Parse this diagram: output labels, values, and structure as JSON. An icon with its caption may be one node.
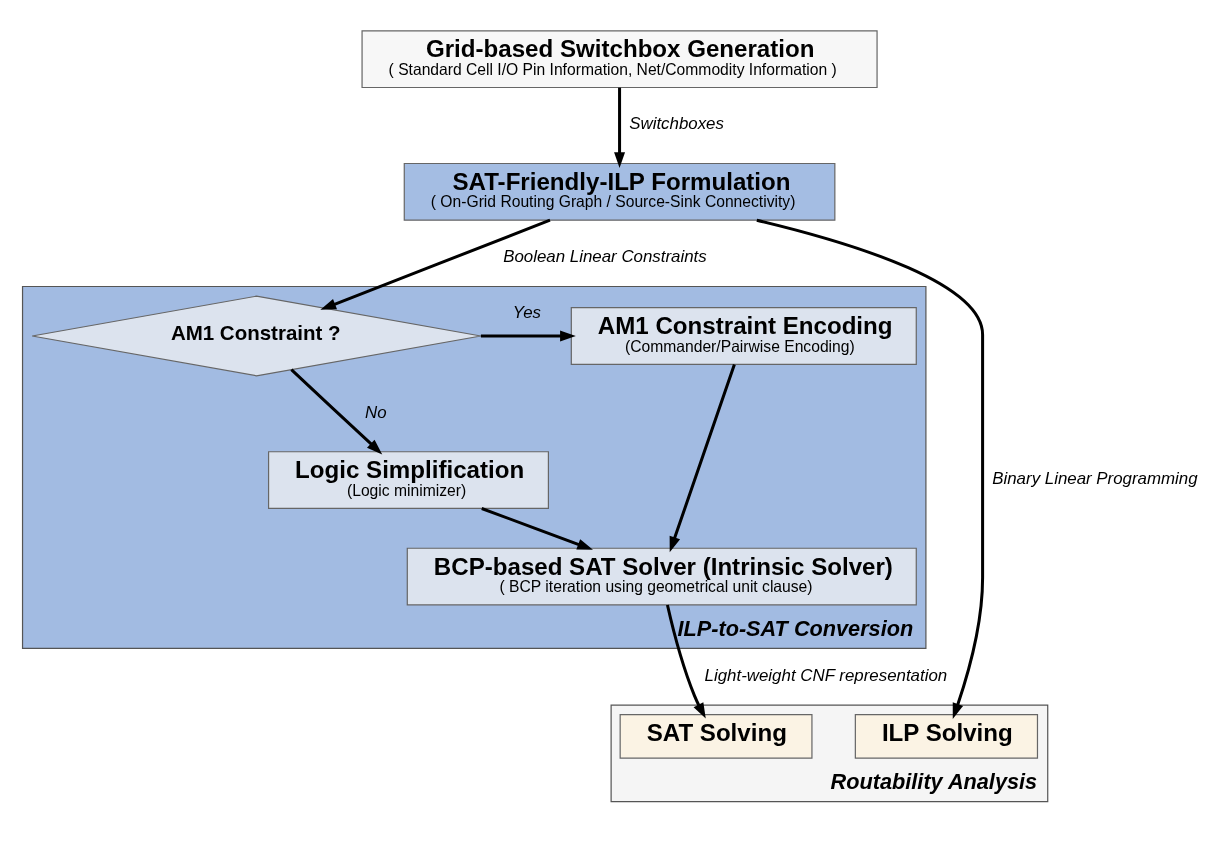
{
  "diagram": {
    "nodes": [
      {
        "text": [
          "Grid-based Switchbox Generation",
          "( Standard Cell I/O Pin Information, Net/Commodity Information )"
        ]
      },
      {
        "text": [
          "SAT-Friendly-ILP Formulation",
          "( On-Grid Routing Graph / Source-Sink Connectivity)"
        ]
      },
      {
        "text": [
          "ILP-to-SAT Conversion"
        ]
      },
      {
        "text": [
          "AM1 Constraint ?"
        ],
        "in": 2
      },
      {
        "text": [
          "AM1 Constraint Encoding",
          "(Commander/Pairwise Encoding)"
        ],
        "in": 2
      },
      {
        "text": [
          "Logic Simplification",
          "(Logic minimizer)"
        ],
        "in": 2
      },
      {
        "text": [
          "BCP-based SAT Solver (Intrinsic Solver)",
          "( BCP iteration using geometrical unit clause)"
        ],
        "in": 2
      },
      {
        "text": [
          "Routability Analysis"
        ]
      },
      {
        "text": [
          "ILP Solving"
        ],
        "in": 7
      },
      {
        "text": [
          "SAT Solving"
        ],
        "in": 7
      }
    ],
    "edges": [
      {
        "from": 0,
        "to": 1,
        "arrow": "to",
        "label": "Switchboxes"
      },
      {
        "from": 1,
        "to": 3,
        "arrow": "to",
        "label": "Boolean Linear Constraints"
      },
      {
        "from": 3,
        "to": 4,
        "arrow": "to",
        "label": "Yes"
      },
      {
        "from": 3,
        "to": 5,
        "arrow": "to",
        "label": "No"
      },
      {
        "from": 5,
        "to": 6,
        "arrow": "to"
      },
      {
        "from": 4,
        "to": 6,
        "arrow": "to"
      },
      {
        "from": 1,
        "to": 8,
        "arrow": "to",
        "label": "Binary Linear Programming"
      },
      {
        "from": 6,
        "to": 9,
        "arrow": "to",
        "label": "Light-weight CNF representation"
      }
    ]
  }
}
